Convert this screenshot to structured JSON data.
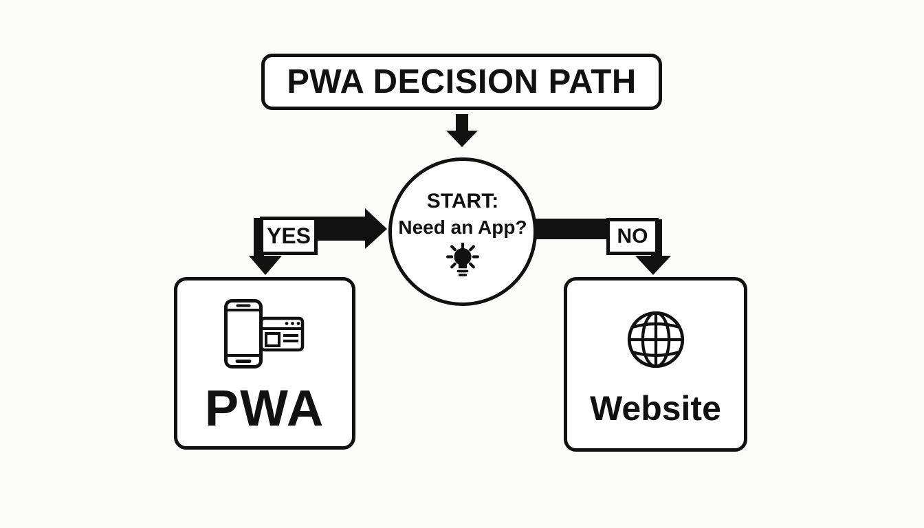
{
  "palette": {
    "background": "#fbfbfa",
    "ink": "#111111",
    "panel": "#ffffff"
  },
  "title": {
    "label": "PWA DECISION PATH"
  },
  "start_node": {
    "line1": "START:",
    "line2": "Need an App?",
    "icon": "lightbulb-icon"
  },
  "branches": {
    "yes": {
      "label": "YES",
      "direction": "left",
      "target": "PWA"
    },
    "no": {
      "label": "NO",
      "direction": "right",
      "target": "Website"
    }
  },
  "outcomes": {
    "pwa": {
      "label": "PWA",
      "icon": "phone-browser-icon"
    },
    "website": {
      "label": "Website",
      "icon": "globe-icon"
    }
  }
}
